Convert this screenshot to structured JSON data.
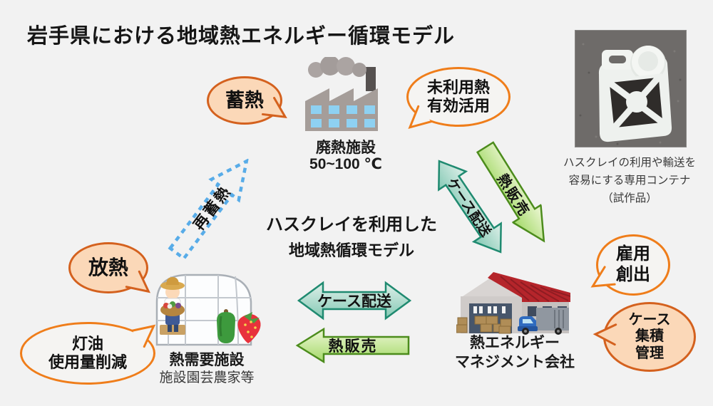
{
  "title": "岩手県における地域熱エネルギー循環モデル",
  "center_label": {
    "line1": "ハスクレイを利用した",
    "line2": "地域熱循環モデル"
  },
  "nodes": {
    "waste_heat_facility": {
      "name": "廃熱施設",
      "temperature": "50~100 ℃"
    },
    "heat_demand_facility": {
      "name": "熱需要施設",
      "subtitle": "施設園芸農家等"
    },
    "management_company": {
      "name_line1": "熱エネルギー",
      "name_line2": "マネジメント会社"
    }
  },
  "bubbles": {
    "storage": {
      "label": "蓄熱"
    },
    "unused_heat": {
      "line1": "未利用熱",
      "line2": "有効活用"
    },
    "release": {
      "label": "放熱"
    },
    "kerosene": {
      "line1": "灯油",
      "line2": "使用量削減"
    },
    "employment": {
      "line1": "雇用",
      "line2": "創出"
    },
    "case_management": {
      "line1": "ケース",
      "line2": "集積",
      "line3": "管理"
    }
  },
  "arrows": {
    "recharge": "再蓄熱",
    "heat_sale_to_company": "熱販売",
    "case_delivery_company_factory": "ケース配送",
    "case_delivery_company_farm": "ケース配送",
    "heat_sale_to_farm": "熱販売"
  },
  "photo": {
    "caption_line1": "ハスクレイの利用や輸送を",
    "caption_line2": "容易にする専用コンテナ",
    "caption_line3": "（試作品）"
  },
  "colors": {
    "background": "#f2f2f2",
    "bubble_border_orange": "#ef7d1a",
    "bubble_fill_peach": "#fbd8b8",
    "arrow_teal_border": "#1f8a70",
    "arrow_teal_fill": "#a9dbcc",
    "arrow_green_border": "#4c8c1c",
    "arrow_green_fill": "#c4e793",
    "dotted_arrow_blue": "#58ace8",
    "factory_gray": "#a59d99",
    "warehouse_roof_red": "#b5252b"
  }
}
